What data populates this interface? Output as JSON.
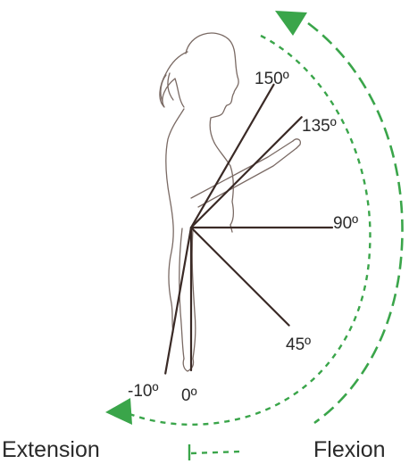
{
  "angles": [
    {
      "label": "150º",
      "degrees": 150
    },
    {
      "label": "135º",
      "degrees": 135
    },
    {
      "label": "90º",
      "degrees": 90
    },
    {
      "label": "45º",
      "degrees": 45
    },
    {
      "label": "0º",
      "degrees": 0
    },
    {
      "label": "-10º",
      "degrees": -10
    }
  ],
  "motions": {
    "extension": "Extension",
    "flexion": "Flexion"
  },
  "colors": {
    "arrow": "#3aa54a",
    "lines": "#3a2a26"
  }
}
